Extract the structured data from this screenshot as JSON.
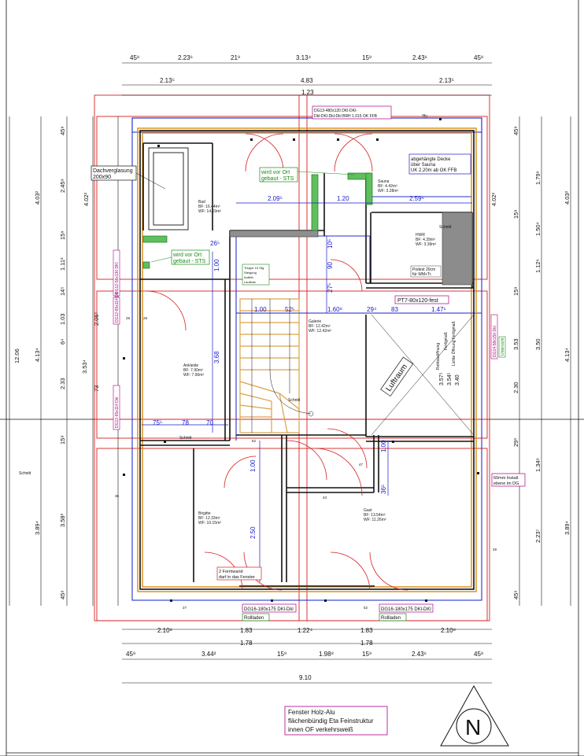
{
  "dims": {
    "top1": [
      "45⁸",
      "2.23⁶",
      "21⁹",
      "3.13⁴",
      "15⁹",
      "2.43⁶",
      "45⁸"
    ],
    "top2": [
      "2.13⁵",
      "4.83",
      "2.13⁵"
    ],
    "top3": "1.23",
    "bottom1": [
      "2.10⁸",
      "1.83",
      "1.22⁴",
      "1.83",
      "2.10⁸"
    ],
    "bottom2": [
      "1.78",
      "1.78"
    ],
    "bottom3": [
      "45⁸",
      "3.44²",
      "15⁹",
      "1.98⁸",
      "15⁹",
      "2.43⁶",
      "45⁸"
    ],
    "bottom4": "9.10",
    "left_outer": "12.06",
    "left_mid": [
      "4.03²",
      "4.13⁴",
      "3.89⁴"
    ],
    "left_in": [
      "45⁹",
      "2.45⁹",
      "15⁹",
      "1.11²",
      "14⁵",
      "1.03",
      "6⁴",
      "2.33",
      "15⁹",
      "3.58³",
      "45⁸"
    ],
    "left_in2": [
      "2.06⁵",
      "3.53⁴",
      "73"
    ],
    "left_in3": "4.02²",
    "right_outer": [
      "4.03²",
      "4.13⁴",
      "3.89⁴"
    ],
    "right_mid": [
      "1.79⁸",
      "1.50⁴",
      "1.12⁶",
      "3.53",
      "3.50",
      "1.34⁸",
      "2.23⁷"
    ],
    "right_in": [
      "45⁹",
      "15⁹",
      "15⁹",
      "2.30",
      "29³",
      "45⁸"
    ],
    "right_in2": "4.02²",
    "inner_h": [
      "2.09⁵",
      "1.20",
      "2.59⁵"
    ],
    "inner_h2": [
      "1.00",
      "52⁵",
      "1.60⁸",
      "29⁴",
      "83",
      "1.47¹"
    ],
    "inner_h3": [
      "75⁵",
      "78",
      "70"
    ],
    "inner_v": [
      "1.00",
      "90",
      "27⁵",
      "3.68",
      "1.00",
      "2.50",
      "1.00",
      "36⁵"
    ],
    "misc": [
      "26⁵",
      "10⁵",
      "31"
    ]
  },
  "rooms": [
    {
      "name": "Bad",
      "bf": "BF: 16.44m²",
      "wf": "WF: 14.19m²"
    },
    {
      "name": "Sauna",
      "bf": "BF: 4.42m²",
      "wf": "WF: 3.28m²"
    },
    {
      "name": "HWR",
      "bf": "BF: 4.39m²",
      "wf": "WF: 3.39m²"
    },
    {
      "name": "Galerie",
      "bf": "BF: 12.42m²",
      "wf": "WF: 12.42m²"
    },
    {
      "name": "Ankleide",
      "bf": "BF: 7.90m²",
      "wf": "WF: 7.90m²"
    },
    {
      "name": "Brigitte",
      "bf": "BF: 12.33m²",
      "wf": "WF: 10.15m²"
    },
    {
      "name": "Gast",
      "bf": "BF: 13.54m²",
      "wf": "WF: 11.26m²"
    }
  ],
  "labels": {
    "dachverglasung": [
      "Dachverglasung",
      "200x90"
    ],
    "wird_vor_ort_1": [
      "wird vor Ort",
      "gebaut - STS"
    ],
    "wird_vor_ort_2": [
      "wird vor Ort",
      "gebaut - STS"
    ],
    "dg13": [
      "DG13-480x120 DKl-DKl-",
      "Dkl-DKl-Dkl-Dkl   BRH 1.015 OK FFB"
    ],
    "sauna_note": [
      "abgehängte Decke",
      "über Sauna",
      "UK 2.20m ab OK FFB"
    ],
    "podest": [
      "Podest 20cm",
      "für WM+Tr."
    ],
    "pt7": "PT7-80x120-fest",
    "luftraum": "Luftraum",
    "rohbau": [
      "Rohbauöffnung",
      "Fertigmaß",
      "Lichte Öffnung Fertigmaß"
    ],
    "rohbau_vals": [
      "3.57⁵",
      "3.54⁵",
      "3.40"
    ],
    "sixty_mm": [
      "60mm Install.",
      "ebene im DG"
    ],
    "fixmasse": [
      "2 Formwand",
      "darf in das Fenster"
    ],
    "dg16_left": "DG16-180x175 DKl-Dkl",
    "dg16_right": "DG16-180x175 DKl-DKl",
    "rollladen_left": "Rollladen",
    "rollladen_right": "Rollladen",
    "untersicht": "Untersicht",
    "schnitt": [
      "Schnitt",
      "Schnitt",
      "Schnitt",
      "Schnitt"
    ],
    "dg_left_1": "DG12-58x130 DKl",
    "dg_left_2": "DG12-65x114 Dkl",
    "dg_right_1": "DG14-58x150 Dkl",
    "note_window": [
      "Fenster Holz-Alu",
      "flächenbündig Eta Feinstruktur",
      "innen OF verkehrsweiß"
    ],
    "north": "N",
    "tiny": [
      "29",
      "36",
      "29",
      "28",
      "27",
      "52",
      "43",
      "47",
      "31",
      "62"
    ],
    "stair_box": [
      "Treppe 15 Stg",
      "Steigung",
      "Auftritt",
      "Lauflinie"
    ]
  },
  "colors": {
    "dim_line": "#111111",
    "wall": "#111111",
    "red_outline": "#d42020",
    "blue_outline": "#2233cc",
    "orange_outline": "#d88a10",
    "green_wall": "#33aa33",
    "magenta_note": "#aa0088",
    "grey_fill": "#8c8c8c",
    "stair": "#d9a24a"
  }
}
